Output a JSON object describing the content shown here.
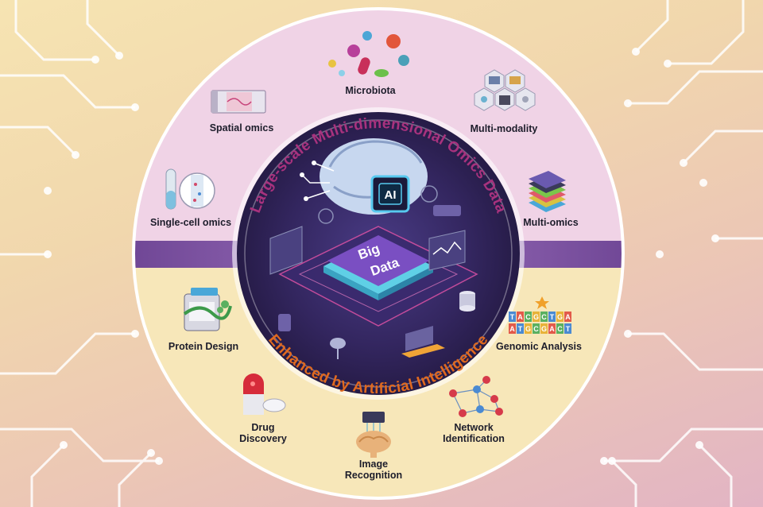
{
  "ring": {
    "top_arc": "Large-scale Multi-dimensional Omics Data",
    "bottom_arc": "Enhanced by Artificial Intelligence"
  },
  "center": {
    "ai_label": "AI",
    "chip_line1": "Big",
    "chip_line2": "Data"
  },
  "omics": {
    "microbiota": "Microbiota",
    "spatial": "Spatial omics",
    "multimodality": "Multi-modality",
    "singlecell": "Single-cell omics",
    "multiomics": "Multi-omics"
  },
  "applications": {
    "protein": "Protein Design",
    "genomic": "Genomic Analysis",
    "drug_line1": "Drug",
    "drug_line2": "Discovery",
    "network_line1": "Network",
    "network_line2": "Identification",
    "image_line1": "Image",
    "image_line2": "Recognition"
  },
  "genomic_tiles": {
    "row1": [
      "T",
      "A",
      "C",
      "G",
      "C",
      "T",
      "G",
      "A"
    ],
    "row2": [
      "A",
      "T",
      "G",
      "C",
      "G",
      "A",
      "C",
      "T"
    ]
  },
  "colors": {
    "top_half": "#f0d3e6",
    "bottom_half": "#f7e7b9",
    "band": "#7b4c9c",
    "center_dark": "#2a1c52",
    "top_arc_text": "#a8327e",
    "bottom_arc_text": "#e0691f"
  }
}
